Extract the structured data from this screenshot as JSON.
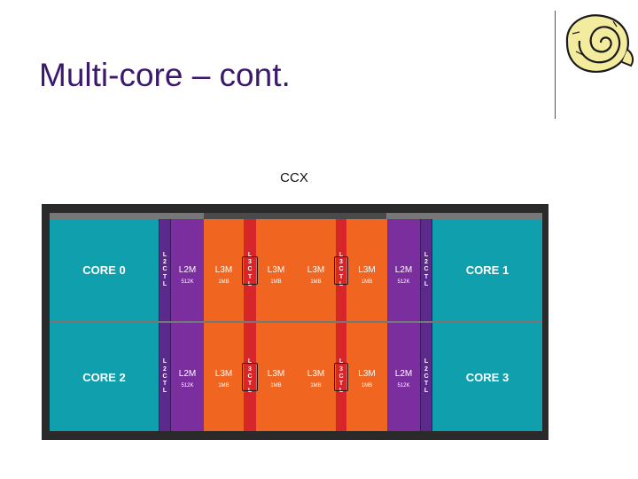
{
  "slide": {
    "title": "Multi-core – cont."
  },
  "logo": {
    "icon": "scroll-logo-icon"
  },
  "diagram": {
    "label": "CCX",
    "rows": [
      {
        "core_left": "CORE 0",
        "core_right": "CORE 1",
        "ctl_left": "L2CTL",
        "l2_left": {
          "name": "L2M",
          "size": "512K"
        },
        "l3": [
          {
            "name": "L3M",
            "size": "1MB"
          },
          {
            "name": "L3M",
            "size": "1MB"
          },
          {
            "name": "L3M",
            "size": "1MB"
          },
          {
            "name": "L3M",
            "size": "1MB"
          }
        ],
        "l3ctl_a": "L3CTL",
        "l3ctl_b": "L3CTL",
        "l2_right": {
          "name": "L2M",
          "size": "512K"
        },
        "ctl_right": "L2CTL"
      },
      {
        "core_left": "CORE 2",
        "core_right": "CORE 3",
        "ctl_left": "L2CTL",
        "l2_left": {
          "name": "L2M",
          "size": "512K"
        },
        "l3": [
          {
            "name": "L3M",
            "size": "1MB"
          },
          {
            "name": "L3M",
            "size": "1MB"
          },
          {
            "name": "L3M",
            "size": "1MB"
          },
          {
            "name": "L3M",
            "size": "1MB"
          }
        ],
        "l3ctl_a": "L3CTL",
        "l3ctl_b": "L3CTL",
        "l2_right": {
          "name": "L2M",
          "size": "512K"
        },
        "ctl_right": "L2CTL"
      }
    ],
    "colors": {
      "core": "#10a0ad",
      "l2": "#7b2e9e",
      "l2ctl": "#5b2a8a",
      "l3": "#f0651f",
      "l3ctl": "#d6262a",
      "title": "#3b1a6e"
    }
  }
}
